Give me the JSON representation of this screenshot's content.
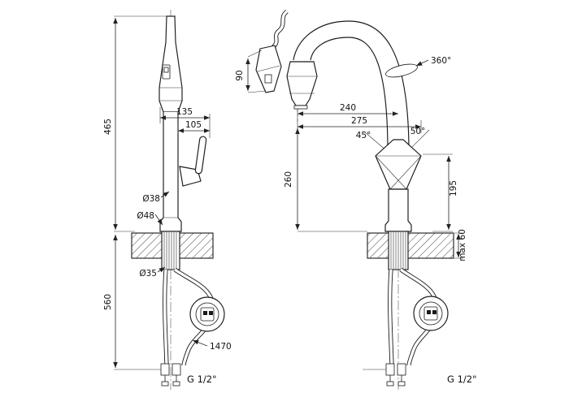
{
  "drawing": {
    "type": "technical-diagram",
    "subject": "kitchen pull-out faucet dimensional drawing",
    "line_color": "#1a1a1a",
    "background": "#ffffff"
  },
  "views": {
    "side": {
      "labels": {
        "height": "465",
        "offset_top": "135",
        "offset_mid": "105",
        "dia_body": "Ø38",
        "dia_base": "Ø48",
        "dia_shank": "Ø35",
        "hose_below": "560",
        "hose_total": "1470",
        "thread": "G 1/2\""
      }
    },
    "front": {
      "labels": {
        "spray_drop": "90",
        "swivel": "360°",
        "reach": "240",
        "reach_total": "275",
        "angle_left": "45°",
        "angle_right": "50°",
        "spout_height": "260",
        "handle_height": "195",
        "counter_thickness": "max 60",
        "thread": "G 1/2\""
      }
    }
  }
}
